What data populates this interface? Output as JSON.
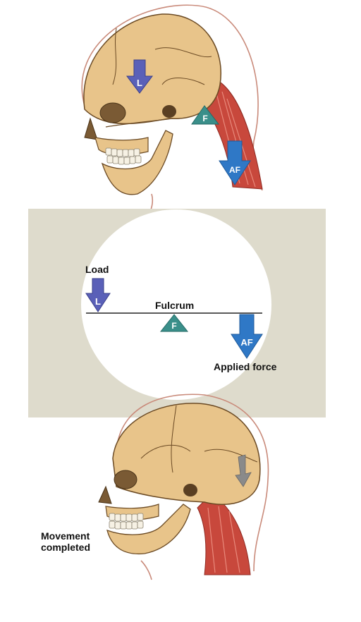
{
  "labels": {
    "load": "Load",
    "fulcrum": "Fulcrum",
    "applied_force": "Applied force",
    "movement_completed": "Movement\ncompleted"
  },
  "markers": {
    "load_letter": "L",
    "fulcrum_letter": "F",
    "applied_force_letter": "AF"
  },
  "colors": {
    "load_arrow": "#5a60b8",
    "applied_force_arrow": "#2f78c6",
    "fulcrum_triangle": "#3a8f8a",
    "panel_background": "#dedbcc",
    "bone": "#e8c48a",
    "muscle": "#c8483c"
  }
}
